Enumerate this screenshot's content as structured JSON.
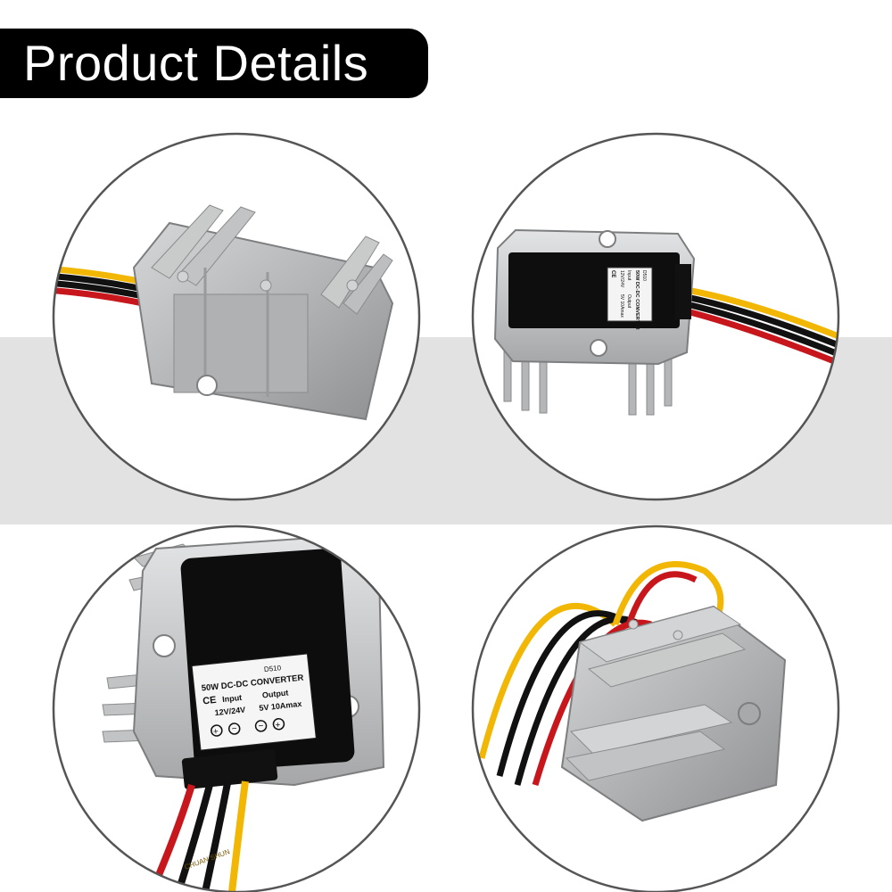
{
  "header": {
    "title": "Product Details"
  },
  "labels": {
    "top_right": {
      "model": "D510",
      "name": "50W DC-DC CONVERTER",
      "input_label": "Input",
      "output_label": "Output",
      "input_value": "12V/24V",
      "output_value": "5V 10Amax",
      "ce": "CE"
    },
    "bottom_left": {
      "model": "D510",
      "name": "50W DC-DC CONVERTER",
      "input_label": "Input",
      "output_label": "Output",
      "input_value": "12V/24V",
      "output_value": "5V 10Amax",
      "ce": "CE",
      "wire_print": "CHUAN SHUN"
    }
  },
  "colors": {
    "background": "#ffffff",
    "band": "#e2e2e2",
    "title_bg": "#000000",
    "title_text": "#ffffff",
    "aluminum": "#b9babb",
    "wire_red": "#c8161d",
    "wire_yellow": "#f2b705",
    "wire_black": "#111111"
  }
}
